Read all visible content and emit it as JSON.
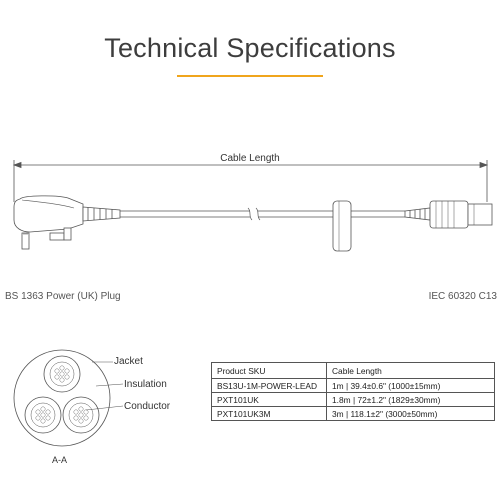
{
  "header": {
    "title": "Technical Specifications"
  },
  "diagram": {
    "cable_length_label": "Cable Length",
    "left_plug_label": "BS 1363 Power (UK) Plug",
    "right_plug_label": "IEC 60320 C13"
  },
  "cross_section": {
    "jacket_label": "Jacket",
    "insulation_label": "Insulation",
    "conductor_label": "Conductor",
    "section_label": "A-A"
  },
  "spec_table": {
    "headers": {
      "sku": "Product SKU",
      "length": "Cable Length"
    },
    "rows": [
      {
        "sku": "BS13U-1M-POWER-LEAD",
        "length": "1m    |  39.4±0.6\" (1000±15mm)"
      },
      {
        "sku": "PXT101UK",
        "length": "1.8m  |  72±1.2\" (1829±30mm)"
      },
      {
        "sku": "PXT101UK3M",
        "length": "3m    |  118.1±2\" (3000±50mm)"
      }
    ]
  },
  "colors": {
    "accent": "#f0a51c",
    "line": "#555555"
  }
}
